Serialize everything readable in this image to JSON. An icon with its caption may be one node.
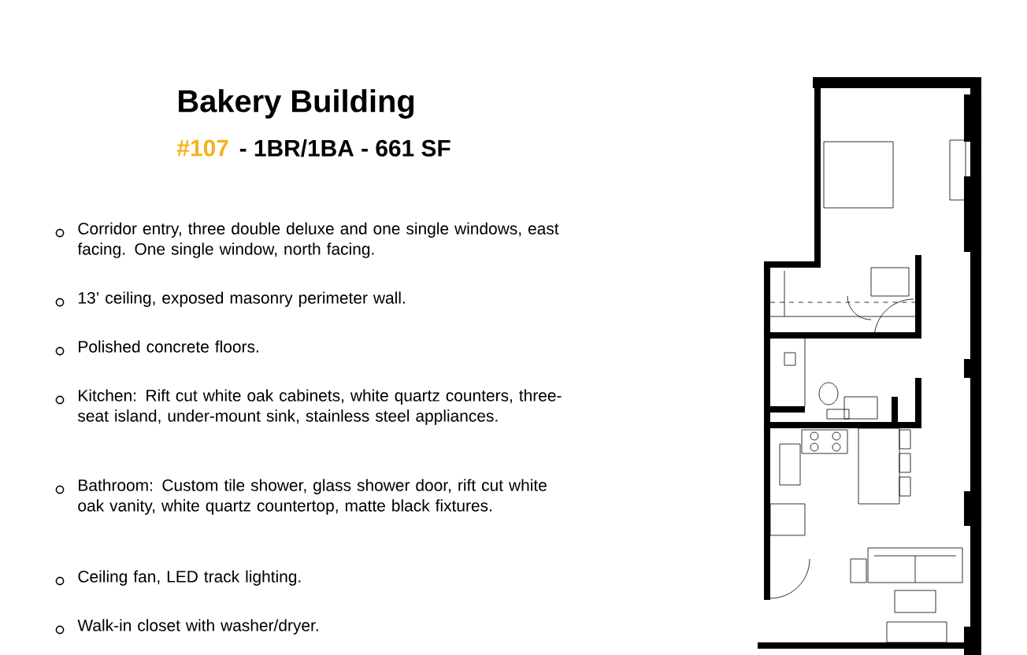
{
  "diagram": {
    "title": "Bakery Building",
    "labels": [
      "#107",
      "- 1BR/1BA - 661 SF",
      "Corridor entry, three double deluxe and one single windows, east facing.  One single window, north facing.",
      "13’ ceiling, exposed masonry perimeter wall.",
      "Polished concrete floors.",
      "Kitchen:  Rift cut white oak cabinets, white quartz counters, three-seat island, under-mount sink, stainless steel appliances.",
      "Bathroom:  Custom tile shower, glass shower door, rift cut white oak vanity, white quartz countertop, matte black fixtures.",
      "Ceiling fan, LED track lighting.",
      "Walk-in closet with washer/dryer."
    ]
  }
}
